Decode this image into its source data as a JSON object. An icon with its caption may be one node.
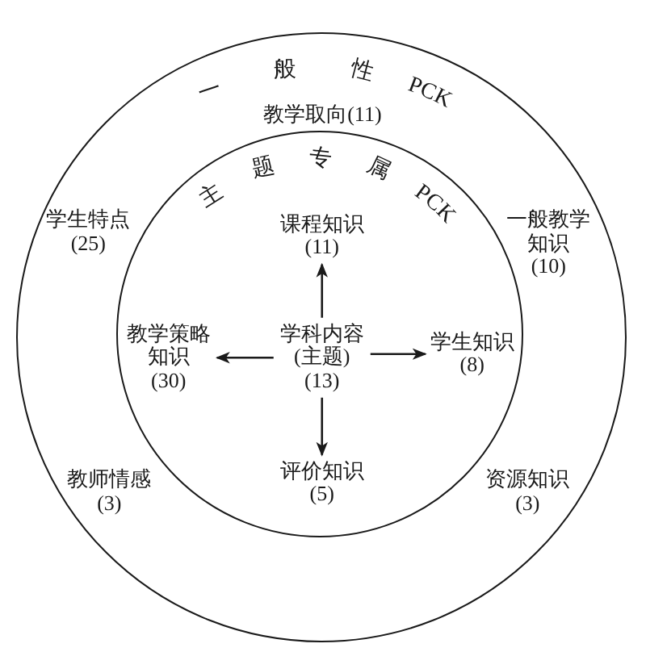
{
  "diagram": {
    "nodes": [
      {
        "text": [
          "一般性 PCK",
          "教学取向(11)",
          "学生特点(25)",
          "一般教学知识(10)",
          "教师情感(3)",
          "资源知识(3)"
        ]
      },
      {
        "text": [
          "主题专属 PCK"
        ],
        "in": 0
      },
      {
        "text": [
          "课程知识(11)"
        ],
        "in": 1
      },
      {
        "text": [
          "教学策略知识(30)"
        ],
        "in": 1
      },
      {
        "text": [
          "学科内容(主题)(13)"
        ],
        "in": 1
      },
      {
        "text": [
          "学生知识(8)"
        ],
        "in": 1
      },
      {
        "text": [
          "评价知识(5)"
        ],
        "in": 1
      }
    ],
    "edges": [
      {
        "from": 4,
        "to": 2,
        "arrow": "to"
      },
      {
        "from": 4,
        "to": 3,
        "arrow": "to"
      },
      {
        "from": 4,
        "to": 5,
        "arrow": "to"
      },
      {
        "from": 4,
        "to": 6,
        "arrow": "to"
      }
    ]
  }
}
